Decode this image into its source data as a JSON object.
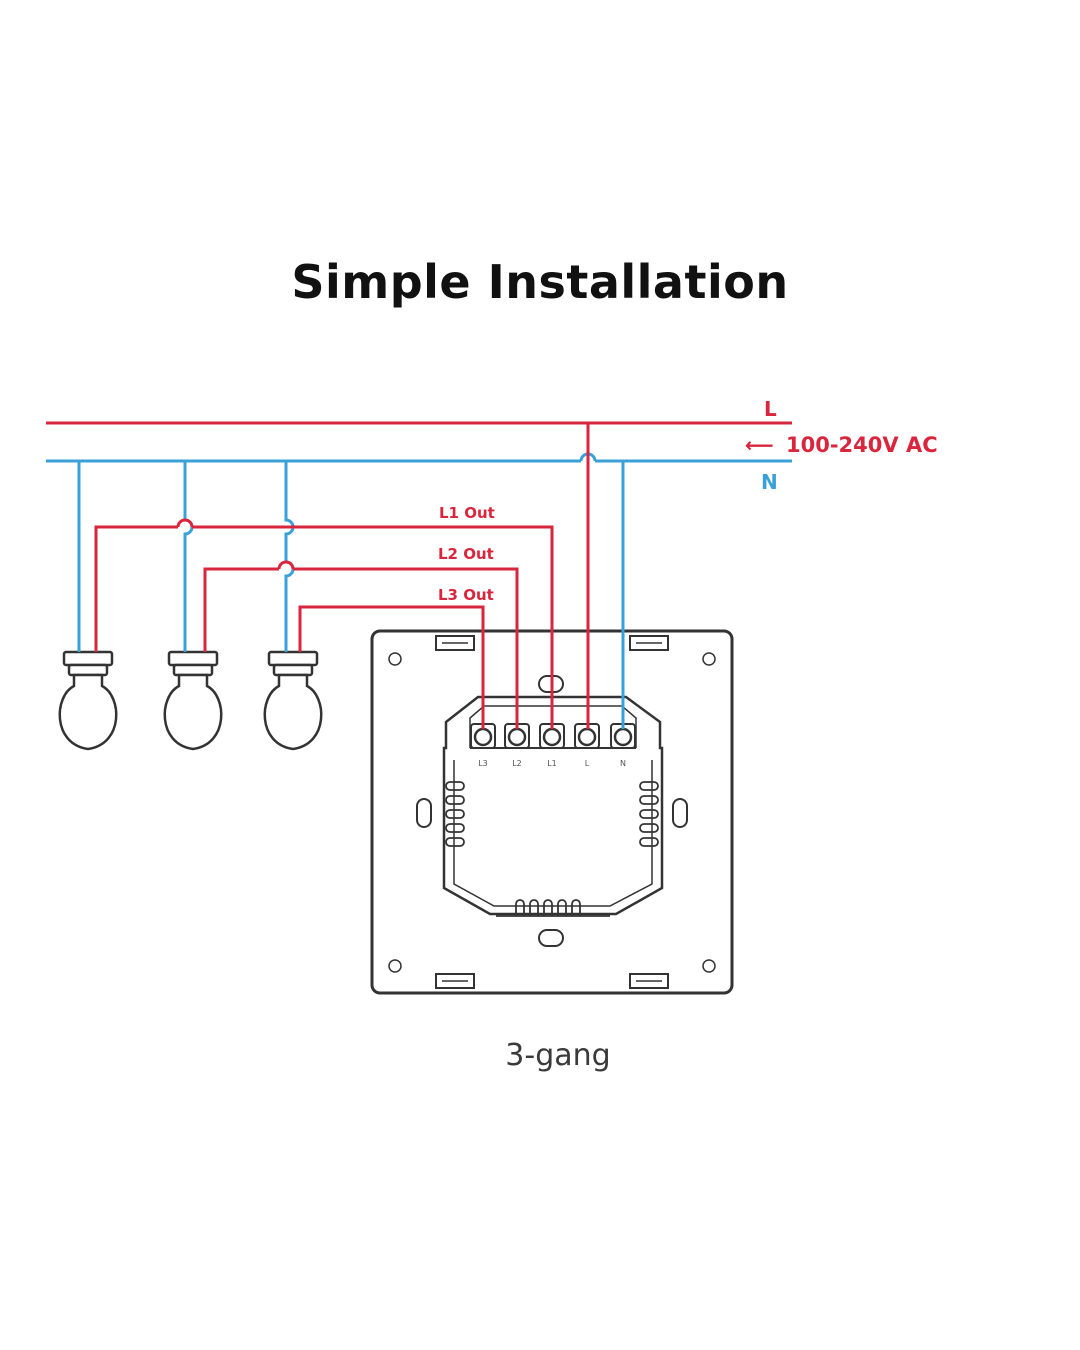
{
  "title": "Simple Installation",
  "caption": "3-gang",
  "mains": {
    "live_label": "L",
    "neutral_label": "N",
    "voltage_label": "100-240V AC",
    "arrow_glyph": "⟵"
  },
  "outputs": [
    {
      "label": "L1 Out"
    },
    {
      "label": "L2 Out"
    },
    {
      "label": "L3 Out"
    }
  ],
  "terminals": [
    "L3",
    "L2",
    "L1",
    "L",
    "N"
  ],
  "colors": {
    "live": "#d9263c",
    "neutral": "#3aa0d8",
    "outline": "#333333"
  },
  "icons": {
    "bulb": "light-bulb-icon",
    "switch": "switch-back-panel"
  }
}
